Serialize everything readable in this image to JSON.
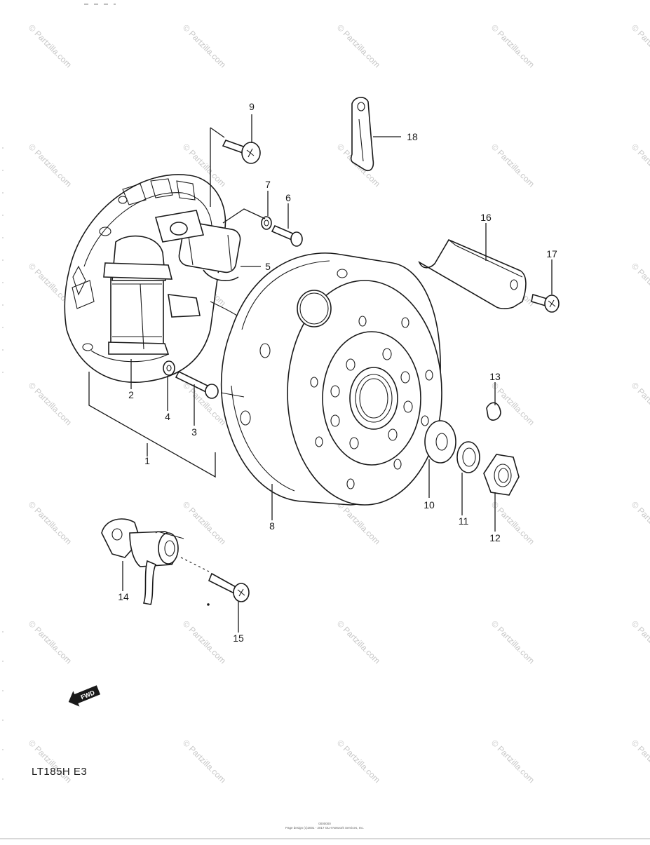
{
  "watermark": {
    "text": "© Partzilla.com"
  },
  "callouts": [
    "1",
    "2",
    "3",
    "4",
    "5",
    "6",
    "7",
    "8",
    "9",
    "10",
    "11",
    "12",
    "13",
    "14",
    "15",
    "16",
    "17",
    "18"
  ],
  "model_label": "LT185H E3",
  "fwd_label": "FWD",
  "footer": {
    "line1": "0000000",
    "line2": "Page design (c)2001 - 2017 OLH Network Services, Inc."
  },
  "colors": {
    "ink": "#1a1a1a",
    "watermark": "#c8c8c8",
    "background": "#ffffff"
  }
}
